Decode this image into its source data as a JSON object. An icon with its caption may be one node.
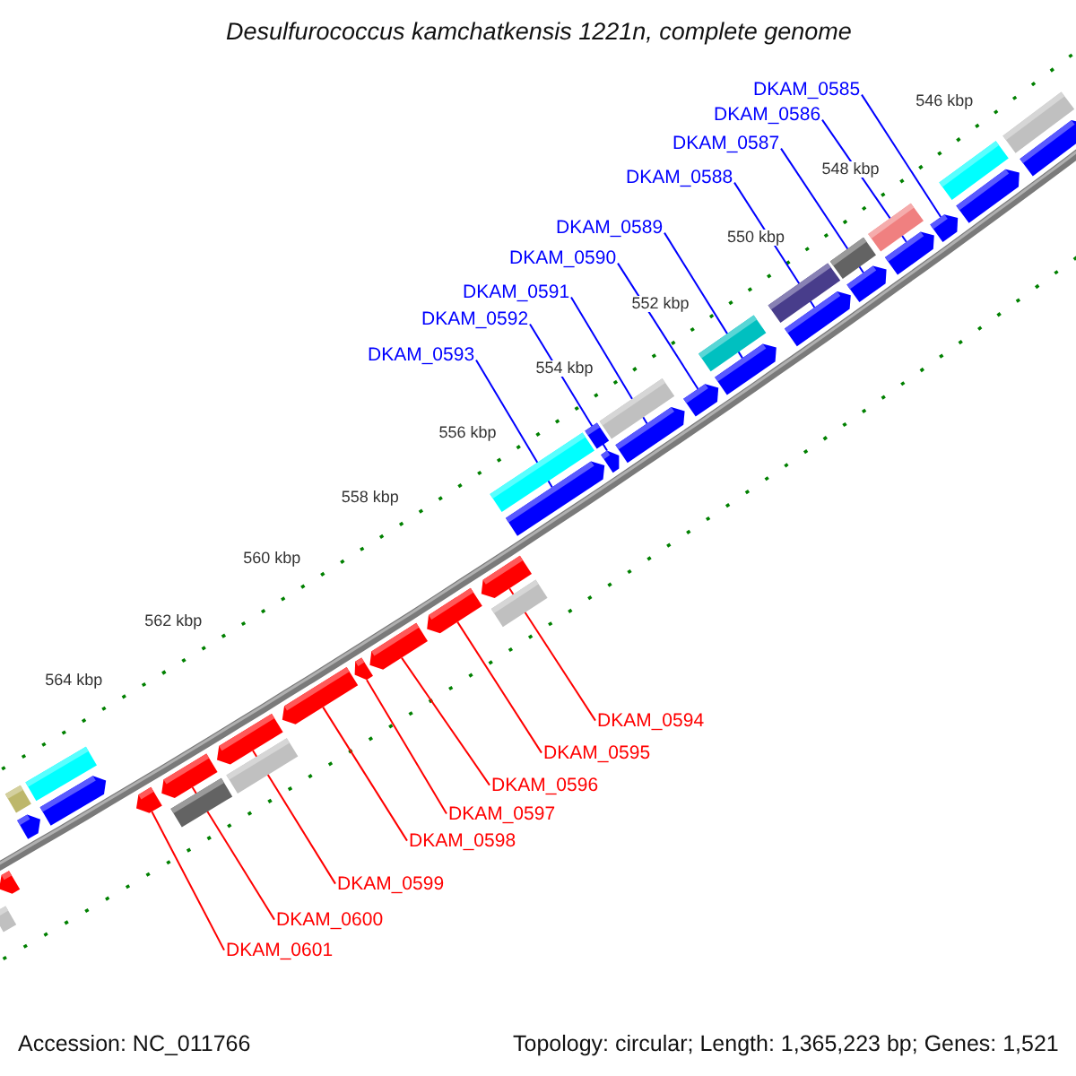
{
  "diagram": {
    "title": "Desulfurococcus kamchatkensis 1221n, complete genome",
    "nodes": [
      {
        "text": [
          "DKAM_0585"
        ]
      },
      {
        "text": [
          "DKAM_0586"
        ]
      },
      {
        "text": [
          "DKAM_0587"
        ]
      },
      {
        "text": [
          "DKAM_0588"
        ]
      },
      {
        "text": [
          "DKAM_0589"
        ]
      },
      {
        "text": [
          "DKAM_0590"
        ]
      },
      {
        "text": [
          "DKAM_0591"
        ]
      },
      {
        "text": [
          "DKAM_0592"
        ]
      },
      {
        "text": [
          "DKAM_0593"
        ]
      },
      {
        "text": [
          "DKAM_0594"
        ]
      },
      {
        "text": [
          "DKAM_0595"
        ]
      },
      {
        "text": [
          "DKAM_0596"
        ]
      },
      {
        "text": [
          "DKAM_0597"
        ]
      },
      {
        "text": [
          "DKAM_0598"
        ]
      },
      {
        "text": [
          "DKAM_0599"
        ]
      },
      {
        "text": [
          "DKAM_0600"
        ]
      },
      {
        "text": [
          "DKAM_0601"
        ]
      },
      {
        "text": [],
        "shape": "arrow"
      },
      {
        "text": [],
        "shape": "arrow"
      },
      {
        "text": [],
        "shape": "arrow"
      },
      {
        "text": [],
        "shape": "arrow"
      },
      {
        "text": [],
        "shape": "arrow"
      },
      {
        "text": [],
        "shape": "arrow"
      },
      {
        "text": [],
        "shape": "arrow"
      },
      {
        "text": [],
        "shape": "arrow"
      },
      {
        "text": [],
        "shape": "arrow"
      },
      {
        "text": [],
        "shape": "arrow"
      },
      {
        "text": [],
        "shape": "arrow"
      },
      {
        "text": [],
        "shape": "arrow"
      },
      {
        "text": [],
        "shape": "arrow"
      },
      {
        "text": [],
        "shape": "arrow"
      },
      {
        "text": [],
        "shape": "arrow"
      },
      {
        "text": [],
        "shape": "arrow"
      },
      {
        "text": [],
        "shape": "arrow"
      },
      {
        "text": [],
        "shape": "box"
      },
      {
        "text": [],
        "shape": "box"
      },
      {
        "text": [],
        "shape": "box"
      },
      {
        "text": [],
        "shape": "box"
      },
      {
        "text": [],
        "shape": "box"
      },
      {
        "text": [],
        "shape": "box"
      },
      {
        "text": [],
        "shape": "box"
      },
      {
        "text": [],
        "shape": "box"
      },
      {
        "text": [],
        "shape": "box"
      },
      {
        "text": [],
        "shape": "box"
      },
      {
        "text": [],
        "shape": "box"
      },
      {
        "text": [],
        "shape": "arrow"
      },
      {
        "text": [],
        "shape": "arrow"
      },
      {
        "text": [],
        "shape": "arrow"
      },
      {
        "text": [],
        "shape": "arrow"
      },
      {
        "text": [],
        "shape": "box"
      },
      {
        "text": [],
        "shape": "box"
      },
      {
        "text": [],
        "shape": "box"
      },
      {
        "text": [],
        "shape": "box"
      },
      {
        "text": [],
        "shape": "arrow"
      }
    ],
    "edges": [
      {
        "from": 0,
        "to": 17,
        "arrow": "none"
      },
      {
        "from": 1,
        "to": 18,
        "arrow": "none"
      },
      {
        "from": 2,
        "to": 19,
        "arrow": "none"
      },
      {
        "from": 3,
        "to": 20,
        "arrow": "none"
      },
      {
        "from": 4,
        "to": 21,
        "arrow": "none"
      },
      {
        "from": 5,
        "to": 22,
        "arrow": "none"
      },
      {
        "from": 6,
        "to": 23,
        "arrow": "none"
      },
      {
        "from": 7,
        "to": 24,
        "arrow": "none"
      },
      {
        "from": 8,
        "to": 25,
        "arrow": "none"
      },
      {
        "from": 9,
        "to": 26,
        "arrow": "none",
        "color": "#ff0000"
      },
      {
        "from": 10,
        "to": 27,
        "arrow": "none",
        "color": "#ff0000"
      },
      {
        "from": 11,
        "to": 28,
        "arrow": "none",
        "color": "#ff0000"
      },
      {
        "from": 12,
        "to": 29,
        "arrow": "none",
        "color": "#ff0000"
      },
      {
        "from": 13,
        "to": 30,
        "arrow": "none",
        "color": "#ff0000"
      },
      {
        "from": 14,
        "to": 31,
        "arrow": "none",
        "color": "#ff0000"
      },
      {
        "from": 15,
        "to": 32,
        "arrow": "none",
        "color": "#ff0000"
      },
      {
        "from": 16,
        "to": 33,
        "arrow": "none",
        "color": "#ff0000"
      }
    ],
    "labels": [
      "546 kbp",
      "548 kbp",
      "550 kbp",
      "552 kbp",
      "554 kbp",
      "556 kbp",
      "558 kbp",
      "560 kbp",
      "562 kbp",
      "564 kbp",
      "Accession: NC_011766",
      "Topology: circular; Length: 1,365,223 bp; Genes: 1,521"
    ]
  }
}
